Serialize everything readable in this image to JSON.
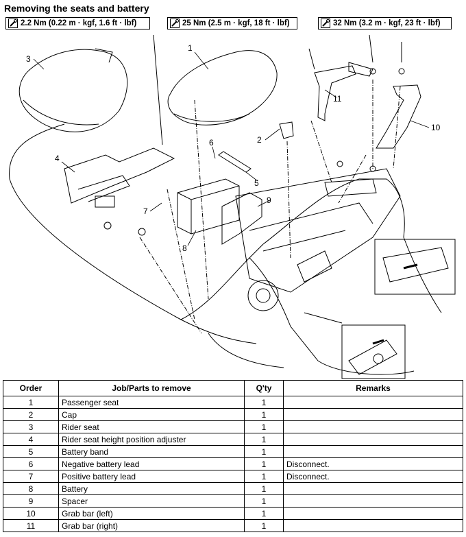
{
  "title": "Removing the seats and battery",
  "torque_specs": [
    {
      "icon": "torque-wrench-icon",
      "text": "2.2 Nm (0.22 m · kgf, 1.6 ft · lbf)"
    },
    {
      "icon": "torque-wrench-icon",
      "text": "25 Nm (2.5 m · kgf, 18 ft · lbf)"
    },
    {
      "icon": "torque-wrench-icon",
      "text": "32 Nm (3.2 m · kgf, 23 ft · lbf)"
    }
  ],
  "callouts": [
    "1",
    "2",
    "3",
    "4",
    "5",
    "6",
    "7",
    "8",
    "9",
    "10",
    "11"
  ],
  "table": {
    "headers": [
      "Order",
      "Job/Parts to remove",
      "Q'ty",
      "Remarks"
    ],
    "rows": [
      {
        "order": "1",
        "part": "Passenger seat",
        "qty": "1",
        "remarks": ""
      },
      {
        "order": "2",
        "part": "Cap",
        "qty": "1",
        "remarks": ""
      },
      {
        "order": "3",
        "part": "Rider seat",
        "qty": "1",
        "remarks": ""
      },
      {
        "order": "4",
        "part": "Rider seat height position adjuster",
        "qty": "1",
        "remarks": ""
      },
      {
        "order": "5",
        "part": "Battery band",
        "qty": "1",
        "remarks": ""
      },
      {
        "order": "6",
        "part": "Negative battery lead",
        "qty": "1",
        "remarks": "Disconnect."
      },
      {
        "order": "7",
        "part": "Positive battery lead",
        "qty": "1",
        "remarks": "Disconnect."
      },
      {
        "order": "8",
        "part": "Battery",
        "qty": "1",
        "remarks": ""
      },
      {
        "order": "9",
        "part": "Spacer",
        "qty": "1",
        "remarks": ""
      },
      {
        "order": "10",
        "part": "Grab bar (left)",
        "qty": "1",
        "remarks": ""
      },
      {
        "order": "11",
        "part": "Grab bar (right)",
        "qty": "1",
        "remarks": ""
      }
    ]
  }
}
